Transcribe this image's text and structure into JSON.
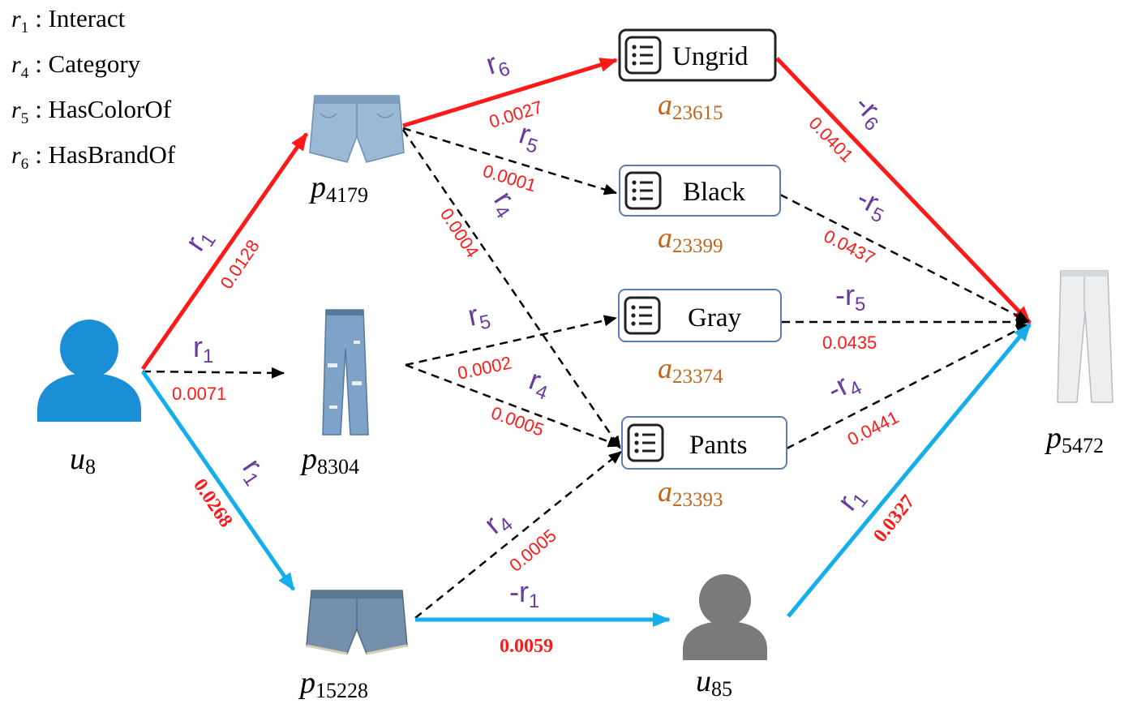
{
  "legend": [
    {
      "sym": "r",
      "sub": "1",
      "label": ": Interact"
    },
    {
      "sym": "r",
      "sub": "4",
      "label": ": Category"
    },
    {
      "sym": "r",
      "sub": "5",
      "label": ": HasColorOf"
    },
    {
      "sym": "r",
      "sub": "6",
      "label": ": HasBrandOf"
    }
  ],
  "nodes": {
    "u8": {
      "sym": "u",
      "sub": "8",
      "icon": "user-icon",
      "color": "#1a8fd6"
    },
    "u85": {
      "sym": "u",
      "sub": "85",
      "icon": "user-icon",
      "color": "#7a7a7a"
    },
    "p4179": {
      "sym": "p",
      "sub": "4179",
      "icon": "denim-shorts-image"
    },
    "p8304": {
      "sym": "p",
      "sub": "8304",
      "icon": "ripped-jeans-image"
    },
    "p15228": {
      "sym": "p",
      "sub": "15228",
      "icon": "denim-shorts-image"
    },
    "p5472": {
      "sym": "p",
      "sub": "5472",
      "icon": "white-pants-image"
    }
  },
  "attributes": [
    {
      "id": "a23615",
      "label": "Ungrid",
      "sym": "a",
      "sub": "23615",
      "icon": "list-icon"
    },
    {
      "id": "a23399",
      "label": "Black",
      "sym": "a",
      "sub": "23399",
      "icon": "list-icon"
    },
    {
      "id": "a23374",
      "label": "Gray",
      "sym": "a",
      "sub": "23374",
      "icon": "list-icon"
    },
    {
      "id": "a23393",
      "label": "Pants",
      "sym": "a",
      "sub": "23393",
      "icon": "list-icon"
    }
  ],
  "edges": {
    "u8_p4179": {
      "rel": "r",
      "sub": "1",
      "weight": "0.0128"
    },
    "u8_p8304": {
      "rel": "r",
      "sub": "1",
      "weight": "0.0071"
    },
    "u8_p15228": {
      "rel": "r",
      "sub": "1",
      "weight": "0.0268"
    },
    "p4179_ungrid": {
      "rel": "r",
      "sub": "6",
      "weight": "0.0027"
    },
    "p4179_black": {
      "rel": "r",
      "sub": "5",
      "weight": "0.0001"
    },
    "p4179_pants": {
      "rel": "r",
      "sub": "4",
      "weight": "0.0004"
    },
    "p8304_gray": {
      "rel": "r",
      "sub": "5",
      "weight": "0.0002"
    },
    "p8304_pants": {
      "rel": "r",
      "sub": "4",
      "weight": "0.0005"
    },
    "p15228_pants": {
      "rel": "r",
      "sub": "4",
      "weight": "0.0005"
    },
    "p15228_u85": {
      "rel": "-r",
      "sub": "1",
      "weight": "0.0059"
    },
    "ungrid_p5472": {
      "rel": "-r",
      "sub": "6",
      "weight": "0.0401"
    },
    "black_p5472": {
      "rel": "-r",
      "sub": "5",
      "weight": "0.0437"
    },
    "gray_p5472": {
      "rel": "-r",
      "sub": "5",
      "weight": "0.0435"
    },
    "pants_p5472": {
      "rel": "-r",
      "sub": "4",
      "weight": "0.0441"
    },
    "u85_p5472": {
      "rel": "r",
      "sub": "1",
      "weight": "0.0327"
    }
  },
  "colors": {
    "red_path": "#ff1a1a",
    "blue_path": "#14aeea",
    "dashed": "#000000",
    "relation": "#6b3a9e",
    "weight": "#ff1a1a",
    "attr_id": "#c0651c"
  }
}
